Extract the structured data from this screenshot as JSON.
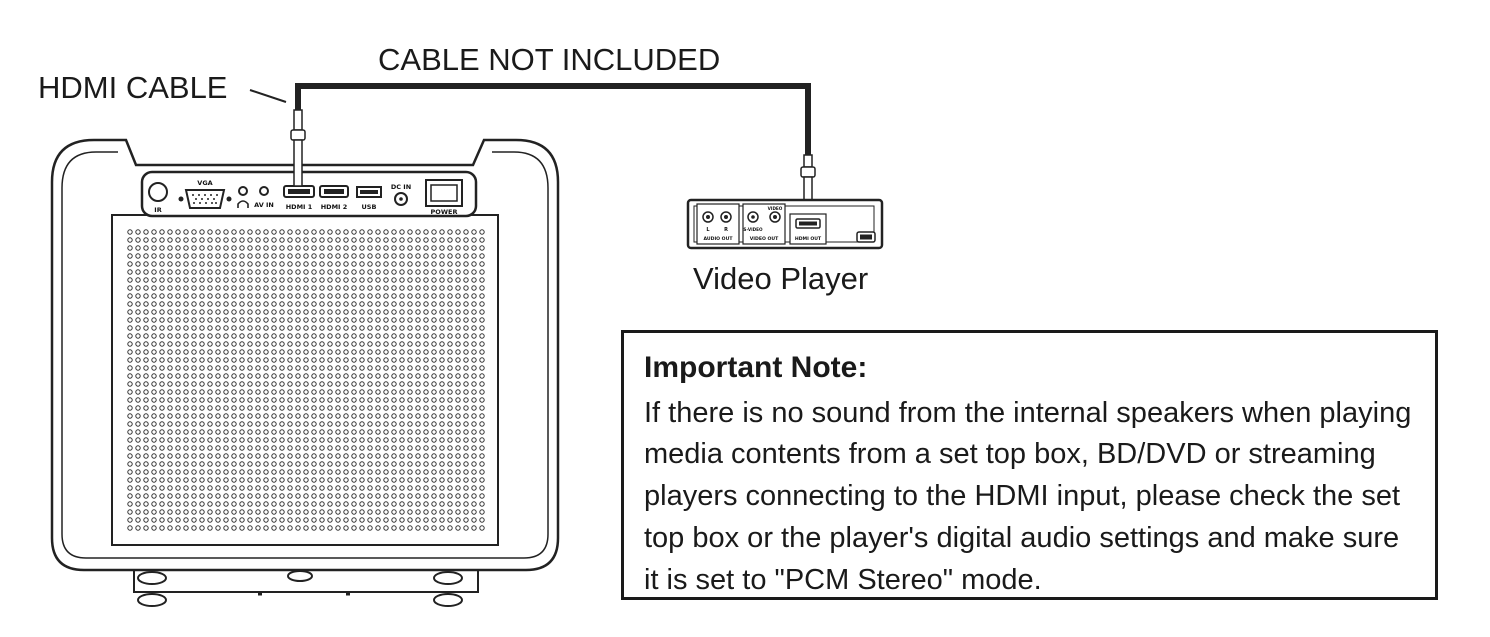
{
  "labels": {
    "hdmi_cable": "HDMI CABLE",
    "cable_note": "CABLE NOT INCLUDED",
    "video_player": "Video Player"
  },
  "projector_panel": {
    "ir": "IR",
    "vga": "VGA",
    "av_in": "AV IN",
    "hdmi1": "HDMI 1",
    "hdmi2": "HDMI 2",
    "usb": "USB",
    "dc_in": "DC IN",
    "power": "POWER"
  },
  "player_panel": {
    "audio_out": "AUDIO OUT",
    "left": "L",
    "right": "R",
    "s_video": "S-VIDEO",
    "video": "VIDEO",
    "video_out": "VIDEO OUT",
    "hdmi_out": "HDMI OUT"
  },
  "note": {
    "title": "Important Note:",
    "body": "If there is no sound from the internal speakers when playing media contents from a set top box, BD/DVD or streaming players connecting to the HDMI input, please check the set top box or the player's digital audio settings and make sure it is set to \"PCM Stereo\" mode."
  }
}
